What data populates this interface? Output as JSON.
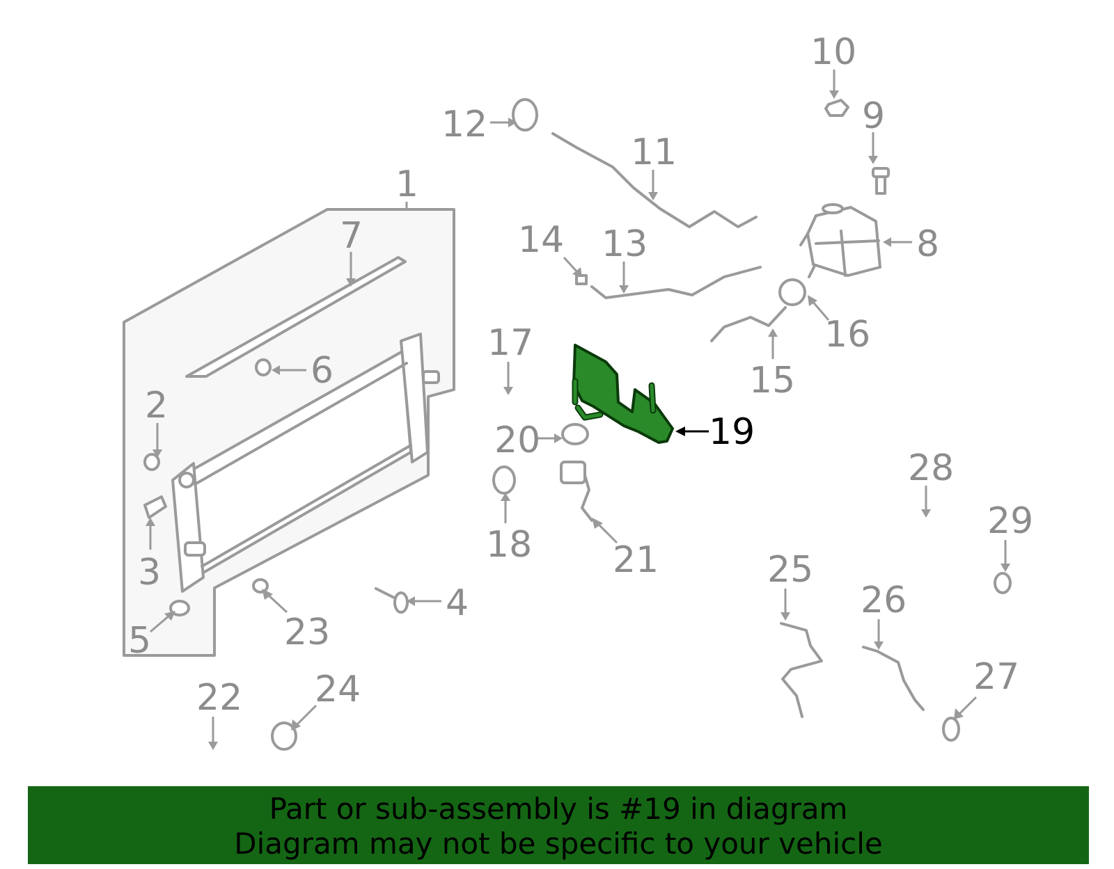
{
  "diagram": {
    "highlighted_part": "19",
    "highlight_color": "#2a8a2a",
    "labels": [
      "1",
      "2",
      "3",
      "4",
      "5",
      "6",
      "7",
      "8",
      "9",
      "10",
      "11",
      "12",
      "13",
      "14",
      "15",
      "16",
      "17",
      "18",
      "19",
      "20",
      "21",
      "22",
      "23",
      "24",
      "25",
      "26",
      "27",
      "28",
      "29"
    ]
  },
  "banner": {
    "line1": "Part or sub-assembly is #19 in diagram",
    "line2": "Diagram may not be specific to your vehicle",
    "background": "#146614"
  }
}
